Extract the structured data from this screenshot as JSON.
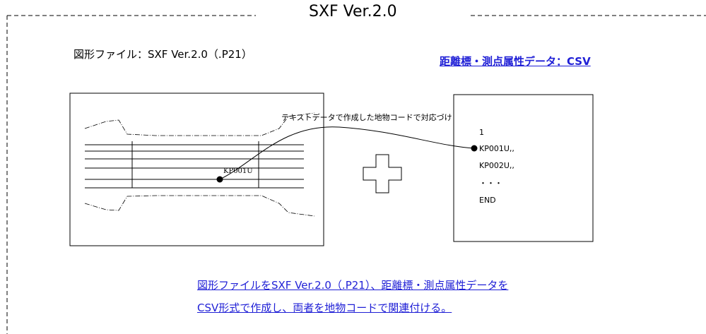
{
  "title": "SXF Ver.2.0",
  "figure_file_label": "図形ファイル：SXF Ver.2.0（.P21）",
  "csv_file_link": "距離標・測点属性データ：CSV",
  "mapping_note": "テキストデータで作成した地物コードで対応づけ",
  "drawing": {
    "kp_label": "KP001U"
  },
  "csv_lines": [
    "1",
    "KP001U,,",
    "KP002U,,",
    "・・・",
    "END"
  ],
  "description": [
    "図形ファイルをSXF Ver.2.0（.P21）、距離標・測点属性データを",
    "CSV形式で作成し、両者を地物コードで関連付ける。"
  ],
  "colors": {
    "link": "#1f1fd6",
    "line": "#000000"
  }
}
